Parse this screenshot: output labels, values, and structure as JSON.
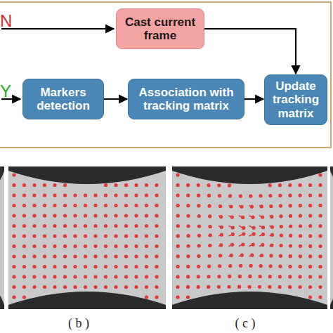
{
  "diagram": {
    "nodes": [
      {
        "text": [
          "Cast current frame"
        ]
      },
      {
        "text": [
          "Markers detection"
        ]
      },
      {
        "text": [
          "Association with tracking matrix"
        ]
      },
      {
        "text": [
          "Update tracking matrix"
        ]
      }
    ],
    "edges": [
      {
        "from": 0,
        "to": 3,
        "arrow": "to"
      },
      {
        "from": 1,
        "to": 2,
        "arrow": "to"
      },
      {
        "from": 2,
        "to": 3,
        "arrow": "to"
      }
    ],
    "labels": [
      "N",
      "Y",
      "( b )",
      "( c )"
    ]
  }
}
